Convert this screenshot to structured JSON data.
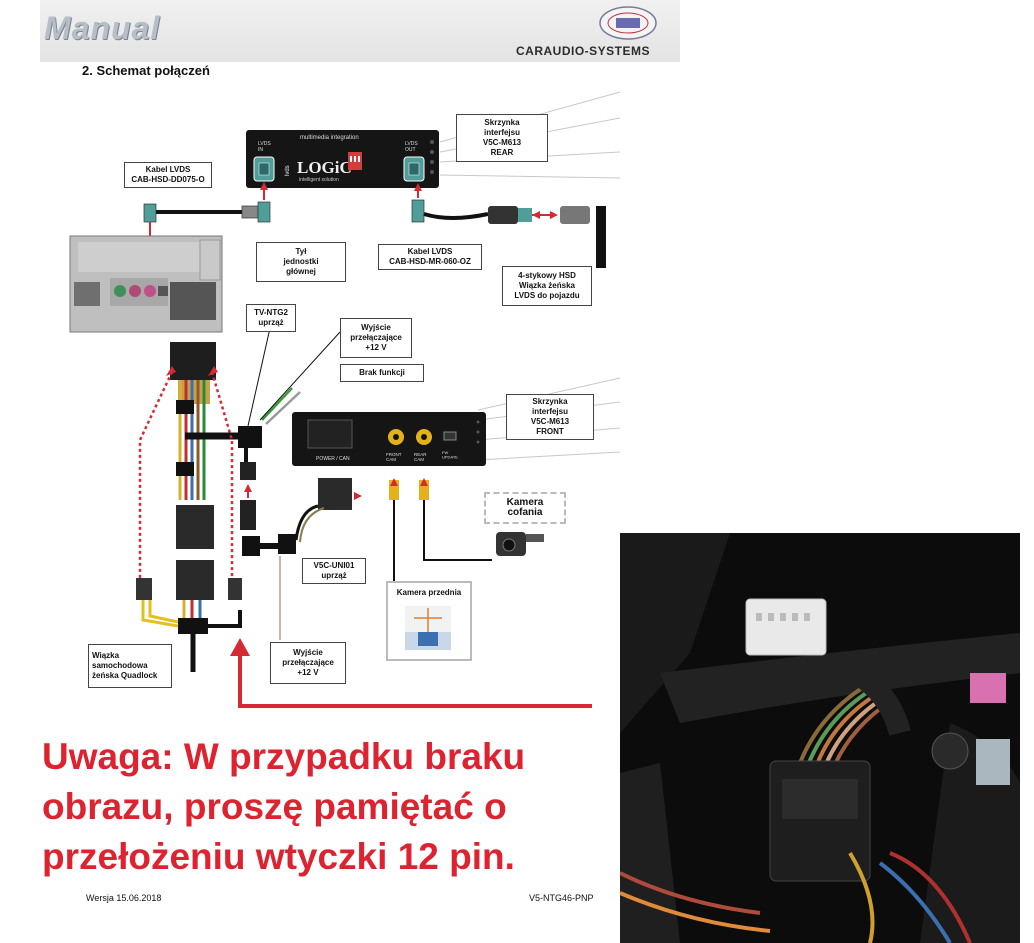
{
  "header": {
    "title": "Manual",
    "brand": "CARAUDIO-SYSTEMS"
  },
  "section": {
    "title": "2. Schemat połączeń"
  },
  "device_rear": {
    "top_text": "multimedia integration",
    "brand": "LOGiC",
    "brand_prefix": "lvds",
    "tagline": "intelligent solution",
    "lvds_in": "LVDS\nIN",
    "lvds_out": "LVDS\nOUT"
  },
  "device_front": {
    "port_power": "POWER / CAN",
    "port_front_cam": "FRONT\nCAM",
    "port_rear_cam": "REAR\nCAM",
    "port_update": "FW\nUPDATE"
  },
  "labels": {
    "interface_rear": "Skrzynka\ninterfejsu\nV5C-M613\nREAR",
    "lvds_cable_1": "Kabel LVDS\nCAB-HSD-DD075-O",
    "head_unit_rear": "Tył\njednostki\ngłównej",
    "lvds_cable_2": "Kabel LVDS\nCAB-HSD-MR-060-OZ",
    "hsd_harness": "4-stykowy HSD\nWiązka żeńska\nLVDS do pojazdu",
    "tv_ntg2": "TV-NTG2\nuprząż",
    "switched_out_1": "Wyjście\nprzełączające\n+12 V",
    "no_function": "Brak funkcji",
    "interface_front": "Skrzynka\ninterfejsu\nV5C-M613\nFRONT",
    "rear_camera": "Kamera\ncofania",
    "uni01": "V5C-UNI01\nuprząż",
    "front_camera": "Kamera przednia",
    "quadlock": "Wiązka\nsamochodowa\nżeńska Quadlock",
    "switched_out_2": "Wyjście\nprzełączające\n+12 V"
  },
  "warning": "Uwaga: W przypadku braku\nobrazu, proszę pamiętać o\nprzełożeniu wtyczki 12 pin.",
  "footer": {
    "version": "Wersja 15.06.2018",
    "doc_id": "V5-NTG46-PNP"
  },
  "colors": {
    "warning_red": "#dd2330",
    "arrow_red": "#d52a33",
    "connector_teal": "#4f9e9a",
    "device_black": "#151515"
  }
}
